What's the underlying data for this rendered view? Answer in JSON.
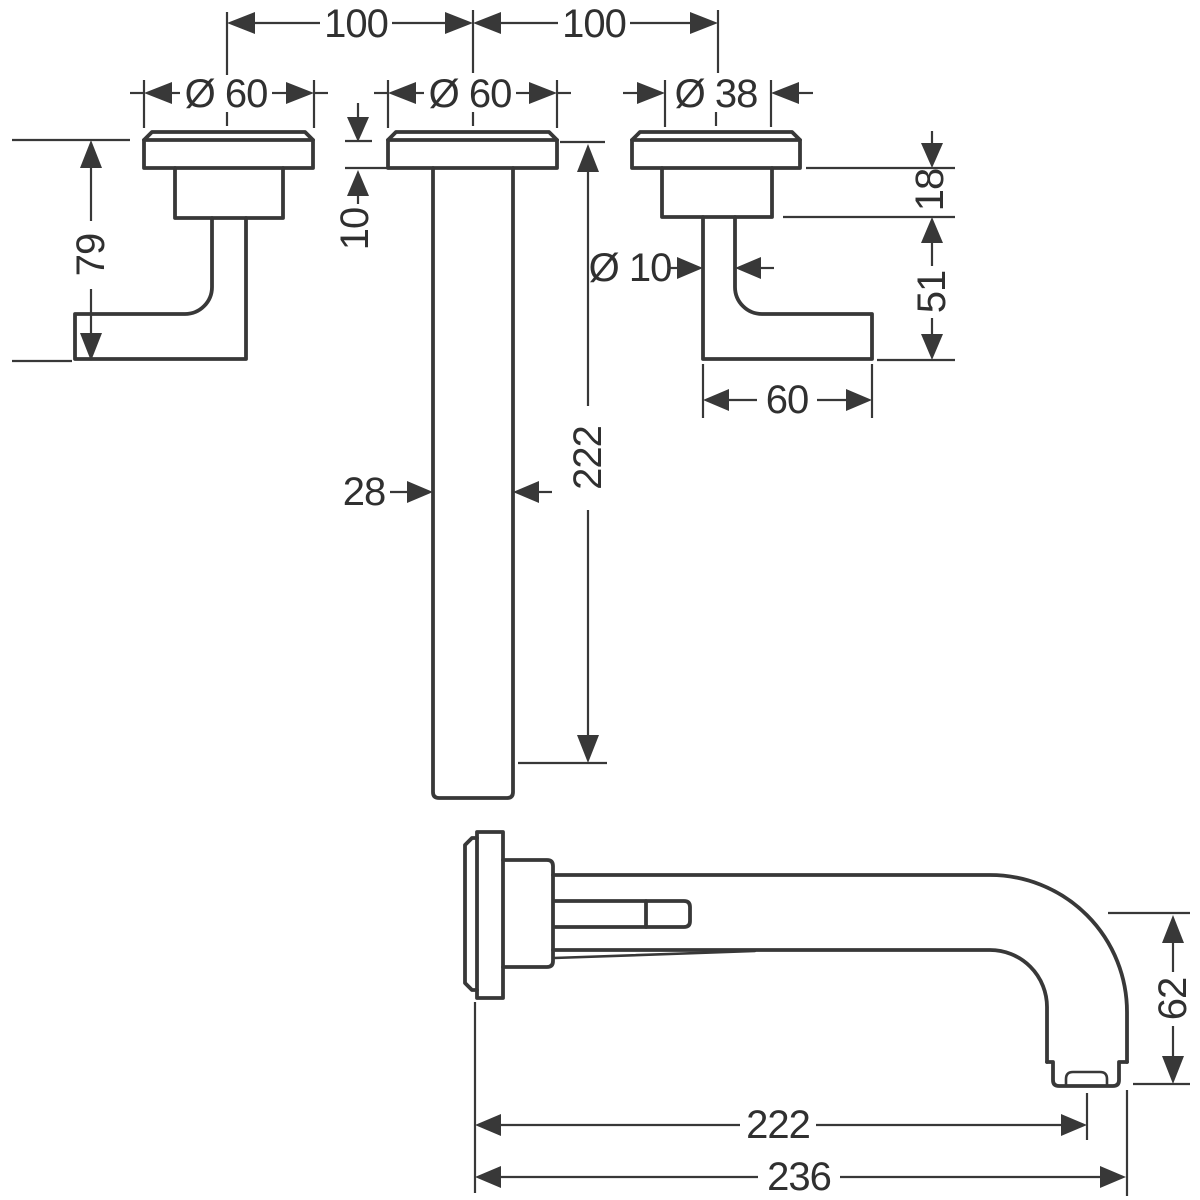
{
  "figure": {
    "kind": "technical-dimension-drawing",
    "subject": "wall-mounted 3-hole basin mixer with handles and spout",
    "units": "mm",
    "background": "#ffffff",
    "line_color": "#383838",
    "text_color": "#303030"
  },
  "dims": {
    "pitch_left": "100",
    "pitch_right": "100",
    "dia_rosette_left": "Ø 60",
    "dia_rosette_middle": "Ø 60",
    "dia_neck_right": "Ø 38",
    "handle_height": "79",
    "rosette_depth": "10",
    "dia_stem": "Ø 10",
    "neck_depth": "18",
    "lever_drop": "51",
    "lever_length": "60",
    "dia_tube": "28",
    "tube_length": "222",
    "spout_height": "62",
    "spout_reach": "222",
    "spout_length_total": "236"
  }
}
